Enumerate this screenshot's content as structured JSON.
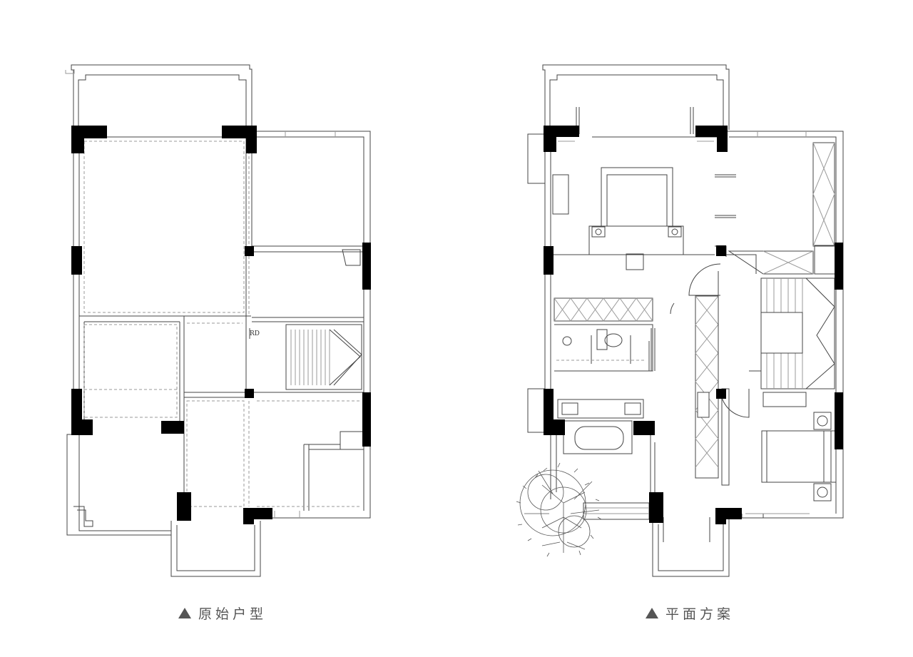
{
  "plans": [
    {
      "id": "original",
      "caption": "原始户型",
      "stair_label": "RD"
    },
    {
      "id": "proposal",
      "caption": "平面方案"
    }
  ],
  "colors": {
    "wall": "#444444",
    "column": "#000000",
    "caption": "#555555"
  },
  "icons": {
    "caption_marker": "triangle-up-icon"
  }
}
